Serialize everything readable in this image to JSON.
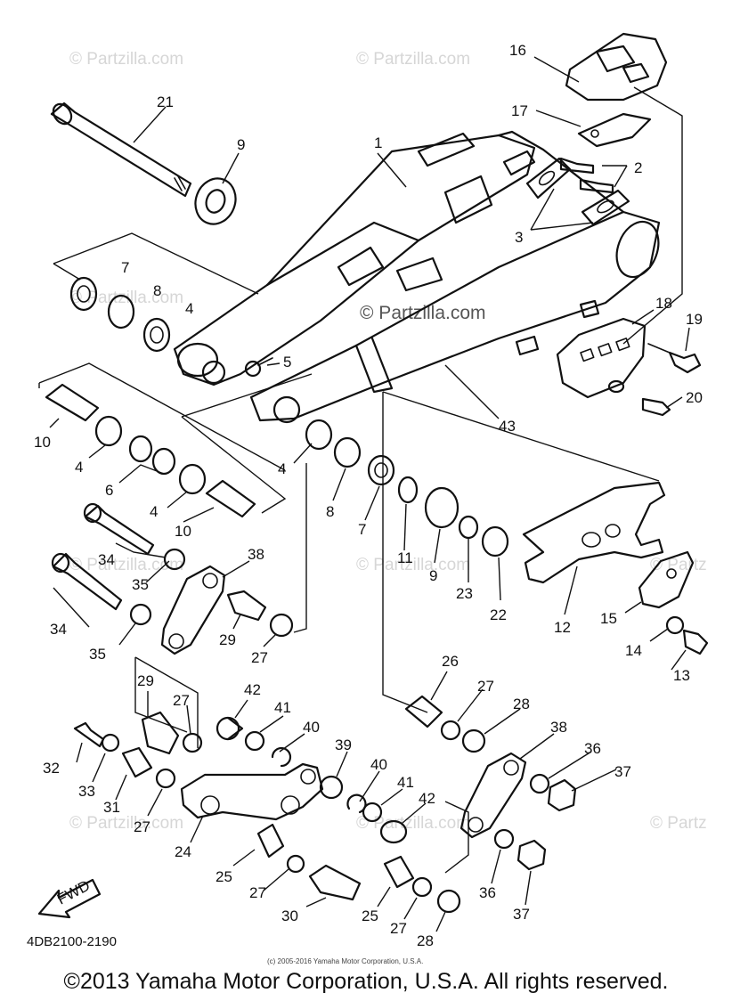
{
  "watermarks": {
    "brand": "© Partzilla.com",
    "brand_partial": "© Partz",
    "center": "© Partzilla.com"
  },
  "diagram_code": "4DB2100-2190",
  "fwd_label": "FWD",
  "small_copyright": "(c) 2005-2016 Yamaha Motor Corporation, U.S.A.",
  "copyright": "©2013 Yamaha Motor Corporation, U.S.A. All rights reserved.",
  "callouts": {
    "c1": "1",
    "c2": "2",
    "c3": "3",
    "c4a": "4",
    "c4b": "4",
    "c4c": "4",
    "c4d": "4",
    "c5": "5",
    "c6": "6",
    "c7a": "7",
    "c7b": "7",
    "c8a": "8",
    "c8b": "8",
    "c9a": "9",
    "c9b": "9",
    "c10a": "10",
    "c10b": "10",
    "c11": "11",
    "c12": "12",
    "c13": "13",
    "c14": "14",
    "c15": "15",
    "c16": "16",
    "c17": "17",
    "c18": "18",
    "c19": "19",
    "c20": "20",
    "c21": "21",
    "c22": "22",
    "c23": "23",
    "c24": "24",
    "c25a": "25",
    "c25b": "25",
    "c26": "26",
    "c27a": "27",
    "c27b": "27",
    "c27c": "27",
    "c27d": "27",
    "c27e": "27",
    "c27f": "27",
    "c28a": "28",
    "c28b": "28",
    "c29a": "29",
    "c29b": "29",
    "c30": "30",
    "c31": "31",
    "c32": "32",
    "c33": "33",
    "c34a": "34",
    "c34b": "34",
    "c35a": "35",
    "c35b": "35",
    "c36a": "36",
    "c36b": "36",
    "c37a": "37",
    "c37b": "37",
    "c38a": "38",
    "c38b": "38",
    "c39": "39",
    "c40a": "40",
    "c40b": "40",
    "c41a": "41",
    "c41b": "41",
    "c42a": "42",
    "c42b": "42",
    "c43": "43"
  }
}
